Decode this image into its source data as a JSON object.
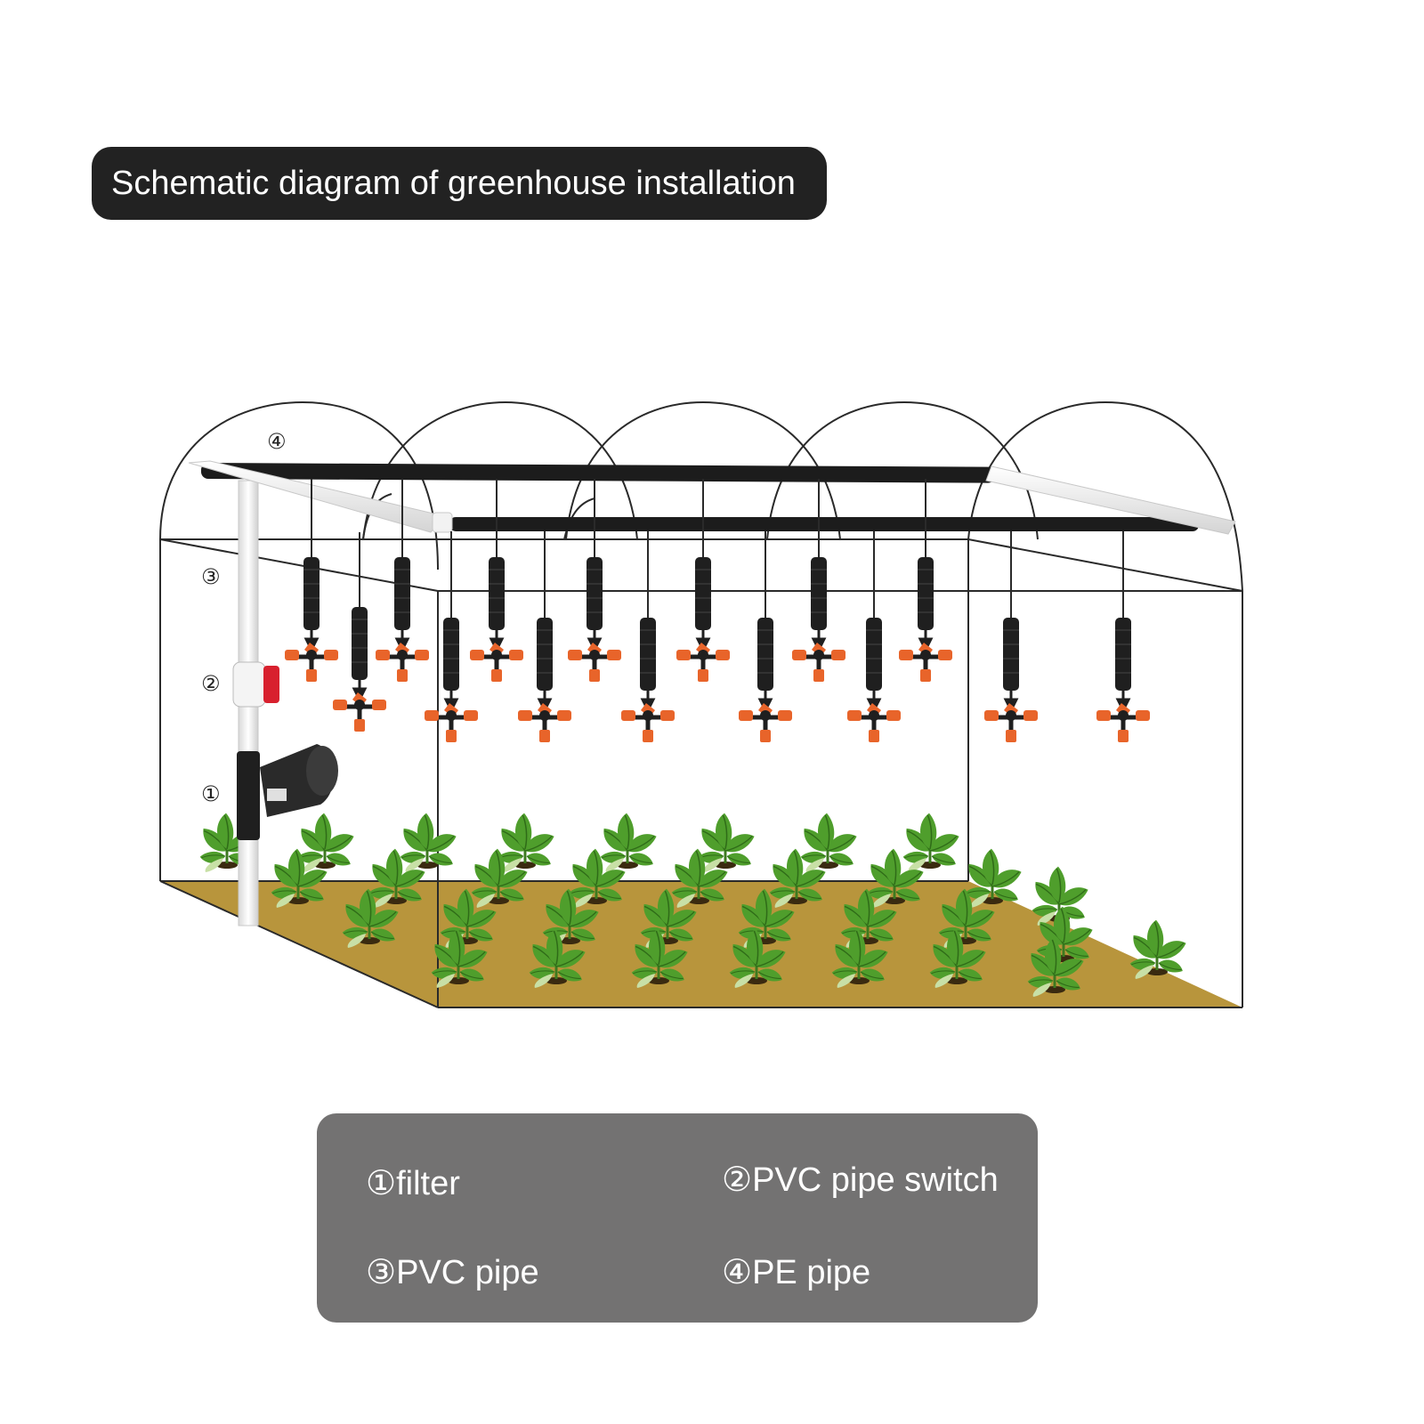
{
  "header": {
    "title": "Schematic diagram of greenhouse installation"
  },
  "callouts": {
    "filter": "①",
    "switch": "②",
    "pvc_pipe": "③",
    "pe_pipe": "④"
  },
  "legend": {
    "items": [
      {
        "marker": "①",
        "label": "filter"
      },
      {
        "marker": "②",
        "label": "PVC pipe switch"
      },
      {
        "marker": "③",
        "label": "PVC pipe"
      },
      {
        "marker": "④",
        "label": "PE pipe"
      }
    ]
  },
  "colors": {
    "soil": "#b8953c",
    "sprinkler_orange": "#e8642a",
    "valve_red": "#d8202e",
    "leaf_green": "#5aa832"
  }
}
